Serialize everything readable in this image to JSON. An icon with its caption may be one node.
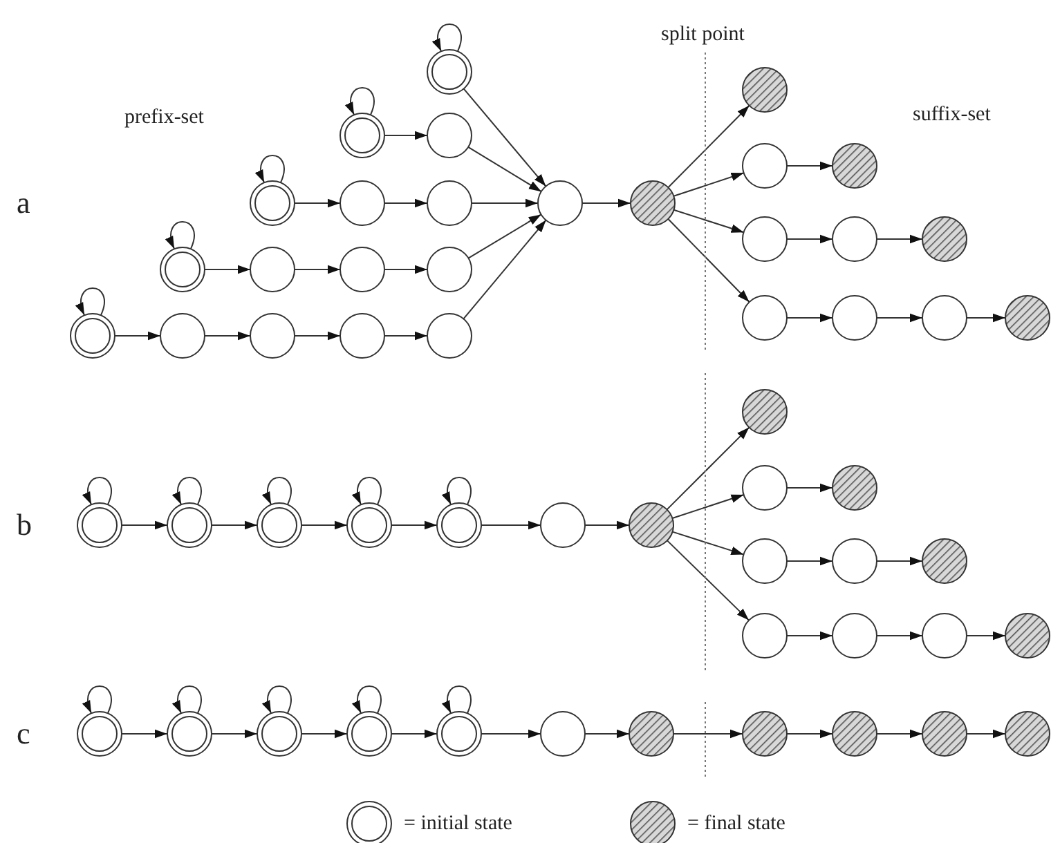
{
  "diagram": {
    "nodes": [
      {
        "text": [],
        "shape": "double-circle"
      },
      {
        "text": [],
        "shape": "hatched-circle"
      },
      {
        "text": [],
        "shape": "double-circle"
      },
      {
        "text": [],
        "shape": "circle"
      },
      {
        "text": [],
        "shape": "circle"
      },
      {
        "text": [],
        "shape": "hatched-circle"
      },
      {
        "text": [],
        "shape": "double-circle"
      },
      {
        "text": [],
        "shape": "circle"
      },
      {
        "text": [],
        "shape": "circle"
      },
      {
        "text": [],
        "shape": "circle"
      },
      {
        "text": [],
        "shape": "hatched-circle"
      },
      {
        "text": [],
        "shape": "circle"
      },
      {
        "text": [],
        "shape": "circle"
      },
      {
        "text": [],
        "shape": "hatched-circle"
      },
      {
        "text": [],
        "shape": "double-circle"
      },
      {
        "text": [],
        "shape": "circle"
      },
      {
        "text": [],
        "shape": "circle"
      },
      {
        "text": [],
        "shape": "circle"
      },
      {
        "text": [],
        "shape": "double-circle"
      },
      {
        "text": [],
        "shape": "circle"
      },
      {
        "text": [],
        "shape": "circle"
      },
      {
        "text": [],
        "shape": "circle"
      },
      {
        "text": [],
        "shape": "circle"
      },
      {
        "text": [],
        "shape": "circle"
      },
      {
        "text": [],
        "shape": "circle"
      },
      {
        "text": [],
        "shape": "circle"
      },
      {
        "text": [],
        "shape": "hatched-circle"
      },
      {
        "text": [],
        "shape": "hatched-circle"
      },
      {
        "text": [],
        "shape": "circle"
      },
      {
        "text": [],
        "shape": "hatched-circle"
      },
      {
        "text": [],
        "shape": "double-circle"
      },
      {
        "text": [],
        "shape": "double-circle"
      },
      {
        "text": [],
        "shape": "double-circle"
      },
      {
        "text": [],
        "shape": "double-circle"
      },
      {
        "text": [],
        "shape": "double-circle"
      },
      {
        "text": [],
        "shape": "circle"
      },
      {
        "text": [],
        "shape": "hatched-circle"
      },
      {
        "text": [],
        "shape": "circle"
      },
      {
        "text": [],
        "shape": "circle"
      },
      {
        "text": [],
        "shape": "hatched-circle"
      },
      {
        "text": [],
        "shape": "circle"
      },
      {
        "text": [],
        "shape": "circle"
      },
      {
        "text": [],
        "shape": "circle"
      },
      {
        "text": [],
        "shape": "hatched-circle"
      },
      {
        "text": [],
        "shape": "double-circle"
      },
      {
        "text": [],
        "shape": "double-circle"
      },
      {
        "text": [],
        "shape": "double-circle"
      },
      {
        "text": [],
        "shape": "double-circle"
      },
      {
        "text": [],
        "shape": "double-circle"
      },
      {
        "text": [],
        "shape": "circle"
      },
      {
        "text": [],
        "shape": "hatched-circle"
      },
      {
        "text": [],
        "shape": "hatched-circle"
      },
      {
        "text": [],
        "shape": "hatched-circle"
      },
      {
        "text": [],
        "shape": "hatched-circle"
      },
      {
        "text": [],
        "shape": "hatched-circle"
      }
    ],
    "edges": [
      {
        "from": 0,
        "to": 0,
        "arrow": "to"
      },
      {
        "from": 2,
        "to": 2,
        "arrow": "to"
      },
      {
        "from": 6,
        "to": 6,
        "arrow": "to"
      },
      {
        "from": 14,
        "to": 14,
        "arrow": "to"
      },
      {
        "from": 18,
        "to": 18,
        "arrow": "to"
      },
      {
        "from": 2,
        "to": 3,
        "arrow": "to"
      },
      {
        "from": 6,
        "to": 7,
        "arrow": "to"
      },
      {
        "from": 7,
        "to": 8,
        "arrow": "to"
      },
      {
        "from": 14,
        "to": 15,
        "arrow": "to"
      },
      {
        "from": 15,
        "to": 16,
        "arrow": "to"
      },
      {
        "from": 16,
        "to": 17,
        "arrow": "to"
      },
      {
        "from": 18,
        "to": 19,
        "arrow": "to"
      },
      {
        "from": 19,
        "to": 20,
        "arrow": "to"
      },
      {
        "from": 20,
        "to": 21,
        "arrow": "to"
      },
      {
        "from": 21,
        "to": 22,
        "arrow": "to"
      },
      {
        "from": 0,
        "to": 9,
        "arrow": "to"
      },
      {
        "from": 3,
        "to": 9,
        "arrow": "to"
      },
      {
        "from": 8,
        "to": 9,
        "arrow": "to"
      },
      {
        "from": 17,
        "to": 9,
        "arrow": "to"
      },
      {
        "from": 22,
        "to": 9,
        "arrow": "to"
      },
      {
        "from": 9,
        "to": 10,
        "arrow": "to"
      },
      {
        "from": 10,
        "to": 1,
        "arrow": "to"
      },
      {
        "from": 10,
        "to": 4,
        "arrow": "to"
      },
      {
        "from": 10,
        "to": 11,
        "arrow": "to"
      },
      {
        "from": 10,
        "to": 23,
        "arrow": "to"
      },
      {
        "from": 4,
        "to": 5,
        "arrow": "to"
      },
      {
        "from": 11,
        "to": 12,
        "arrow": "to"
      },
      {
        "from": 12,
        "to": 13,
        "arrow": "to"
      },
      {
        "from": 23,
        "to": 24,
        "arrow": "to"
      },
      {
        "from": 24,
        "to": 25,
        "arrow": "to"
      },
      {
        "from": 25,
        "to": 26,
        "arrow": "to"
      },
      {
        "from": 30,
        "to": 30,
        "arrow": "to"
      },
      {
        "from": 31,
        "to": 31,
        "arrow": "to"
      },
      {
        "from": 32,
        "to": 32,
        "arrow": "to"
      },
      {
        "from": 33,
        "to": 33,
        "arrow": "to"
      },
      {
        "from": 34,
        "to": 34,
        "arrow": "to"
      },
      {
        "from": 30,
        "to": 31,
        "arrow": "to"
      },
      {
        "from": 31,
        "to": 32,
        "arrow": "to"
      },
      {
        "from": 32,
        "to": 33,
        "arrow": "to"
      },
      {
        "from": 33,
        "to": 34,
        "arrow": "to"
      },
      {
        "from": 34,
        "to": 35,
        "arrow": "to"
      },
      {
        "from": 35,
        "to": 36,
        "arrow": "to"
      },
      {
        "from": 36,
        "to": 27,
        "arrow": "to"
      },
      {
        "from": 36,
        "to": 28,
        "arrow": "to"
      },
      {
        "from": 36,
        "to": 37,
        "arrow": "to"
      },
      {
        "from": 36,
        "to": 40,
        "arrow": "to"
      },
      {
        "from": 28,
        "to": 29,
        "arrow": "to"
      },
      {
        "from": 37,
        "to": 38,
        "arrow": "to"
      },
      {
        "from": 38,
        "to": 39,
        "arrow": "to"
      },
      {
        "from": 40,
        "to": 41,
        "arrow": "to"
      },
      {
        "from": 41,
        "to": 42,
        "arrow": "to"
      },
      {
        "from": 42,
        "to": 43,
        "arrow": "to"
      },
      {
        "from": 44,
        "to": 44,
        "arrow": "to"
      },
      {
        "from": 45,
        "to": 45,
        "arrow": "to"
      },
      {
        "from": 46,
        "to": 46,
        "arrow": "to"
      },
      {
        "from": 47,
        "to": 47,
        "arrow": "to"
      },
      {
        "from": 48,
        "to": 48,
        "arrow": "to"
      },
      {
        "from": 44,
        "to": 45,
        "arrow": "to"
      },
      {
        "from": 45,
        "to": 46,
        "arrow": "to"
      },
      {
        "from": 46,
        "to": 47,
        "arrow": "to"
      },
      {
        "from": 47,
        "to": 48,
        "arrow": "to"
      },
      {
        "from": 48,
        "to": 49,
        "arrow": "to"
      },
      {
        "from": 49,
        "to": 50,
        "arrow": "to"
      },
      {
        "from": 50,
        "to": 51,
        "arrow": "to"
      },
      {
        "from": 51,
        "to": 52,
        "arrow": "to"
      },
      {
        "from": 52,
        "to": 53,
        "arrow": "to"
      },
      {
        "from": 53,
        "to": 54,
        "arrow": "to"
      }
    ],
    "labels": [
      "split point",
      "prefix-set",
      "suffix-set",
      "a",
      "b",
      "c"
    ],
    "legend": [
      {
        "text": "= initial state"
      },
      {
        "text": "= final state"
      }
    ]
  }
}
